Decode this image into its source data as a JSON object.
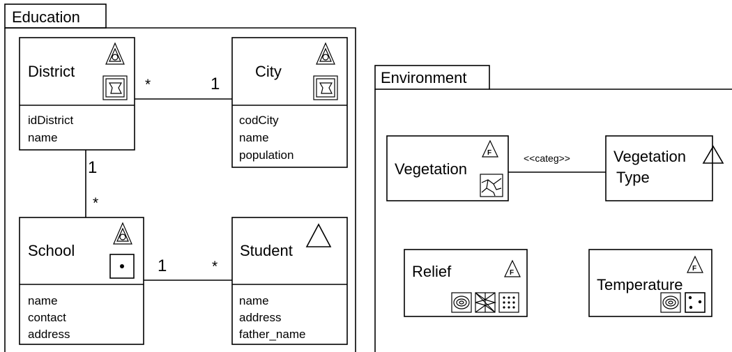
{
  "packages": {
    "education": {
      "title": "Education"
    },
    "environment": {
      "title": "Environment"
    }
  },
  "classes": {
    "district": {
      "name": "District",
      "attributes": [
        "idDistrict",
        "name"
      ],
      "icons": [
        "spatial-triangle-icon",
        "polygon-icon"
      ]
    },
    "city": {
      "name": "City",
      "attributes": [
        "codCity",
        "name",
        "population"
      ],
      "icons": [
        "spatial-triangle-icon",
        "polygon-icon"
      ]
    },
    "school": {
      "name": "School",
      "attributes": [
        "name",
        "contact",
        "address"
      ],
      "icons": [
        "spatial-triangle-icon",
        "point-icon"
      ]
    },
    "student": {
      "name": "Student",
      "attributes": [
        "name",
        "address",
        "father_name"
      ],
      "icons": [
        "triangle-icon"
      ]
    },
    "vegetation": {
      "name": "Vegetation",
      "icons": [
        "field-triangle-icon",
        "irregular-tessellation-icon"
      ]
    },
    "vegetation_type": {
      "name_line1": "Vegetation",
      "name_line2": "Type",
      "icons": [
        "triangle-icon"
      ]
    },
    "relief": {
      "name": "Relief",
      "icons": [
        "field-triangle-icon",
        "isolines-icon",
        "tin-icon",
        "grid-points-icon"
      ]
    },
    "temperature": {
      "name": "Temperature",
      "icons": [
        "field-triangle-icon",
        "isolines-icon",
        "sample-points-icon"
      ]
    }
  },
  "associations": {
    "district_city": {
      "district_end": "*",
      "city_end": "1"
    },
    "district_school": {
      "district_end": "1",
      "school_end": "*"
    },
    "school_student": {
      "school_end": "1",
      "student_end": "*"
    },
    "vegetation_type": {
      "label": "<<categ>>"
    }
  },
  "icon_symbols": {
    "field_letter": "F"
  }
}
